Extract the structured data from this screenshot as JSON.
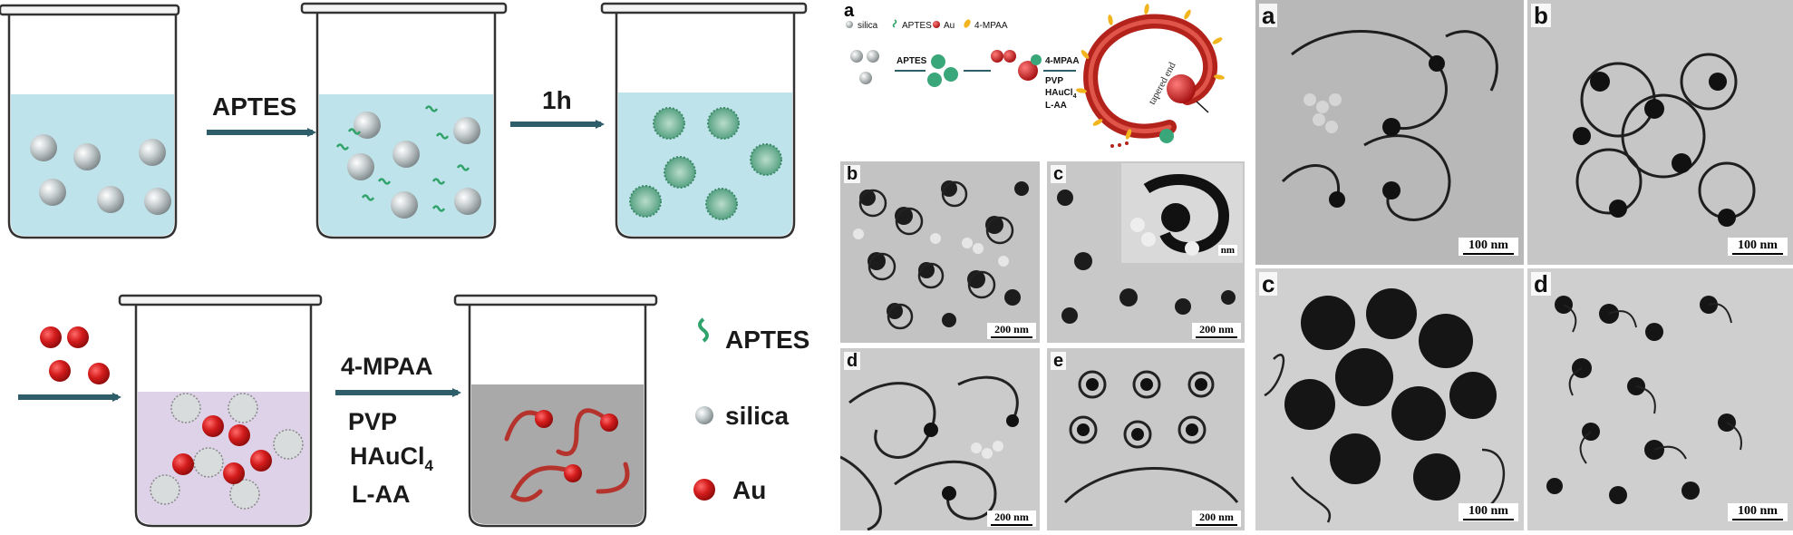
{
  "scheme": {
    "step1_label": "APTES",
    "step2_label": "1h",
    "step3_reagents": [
      "4-MPAA",
      "PVP",
      "HAuCl",
      "L-AA"
    ],
    "hauc_subscript": "4",
    "legend": [
      {
        "label": "APTES",
        "icon": "aptes-strand-icon",
        "color": "#2fa36a"
      },
      {
        "label": "silica",
        "icon": "silica-sphere-icon",
        "color": "#9aa3a6"
      },
      {
        "label": "Au",
        "icon": "gold-particle-icon",
        "color": "#cf1b1b"
      }
    ],
    "colors": {
      "solution_blue": "#bfe3ea",
      "solution_purple": "#ddd2e8",
      "solution_gray": "#a9a9a9",
      "arrow": "#2d5e69",
      "gold_red": "#cf1b1b",
      "aptes_green": "#2fa36a"
    }
  },
  "middle_figure": {
    "panel_a_letter": "a",
    "legend": [
      {
        "label": "silica",
        "icon": "silica-sphere-icon"
      },
      {
        "label": "APTES",
        "icon": "aptes-strand-icon"
      },
      {
        "label": "Au",
        "icon": "gold-particle-icon"
      },
      {
        "label": "4-MPAA",
        "icon": "mpaa-ligand-icon"
      }
    ],
    "arrow1_label": "APTES",
    "reagents": [
      "4-MPAA",
      "PVP",
      "HAuCl",
      "L-AA"
    ],
    "hauc_subscript": "4",
    "tapered_end_label": "tapered end",
    "panels": [
      {
        "letter": "b",
        "scale": "200 nm"
      },
      {
        "letter": "c",
        "scale": "200 nm",
        "inset_scale": "nm"
      },
      {
        "letter": "d",
        "scale": "200 nm"
      },
      {
        "letter": "e",
        "scale": "200 nm"
      }
    ]
  },
  "right_figure": {
    "panels": [
      {
        "letter": "a",
        "scale": "100 nm"
      },
      {
        "letter": "b",
        "scale": "100 nm"
      },
      {
        "letter": "c",
        "scale": "100 nm"
      },
      {
        "letter": "d",
        "scale": "100 nm"
      }
    ]
  }
}
